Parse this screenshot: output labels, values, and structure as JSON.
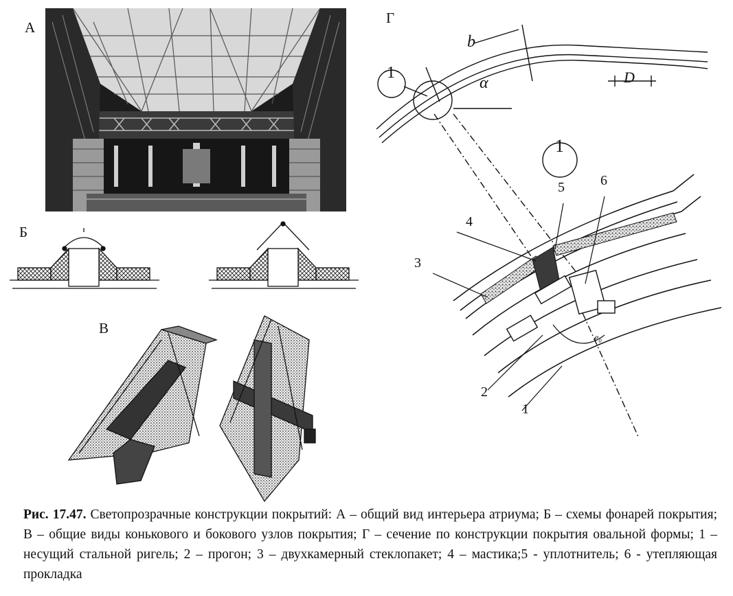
{
  "labels": {
    "a": "А",
    "b": "Б",
    "v": "В",
    "g": "Г"
  },
  "section": {
    "callout": "1",
    "detail_mark": "1",
    "dim_b": "b",
    "dim_alpha": "α",
    "dim_d": "D",
    "angle": "e₀",
    "parts": [
      "1",
      "2",
      "3",
      "4",
      "5",
      "6"
    ]
  },
  "caption": {
    "figure": "Рис. 17.47.",
    "text": " Светопрозрачные конструкции покрытий: А – общий вид интерьера атриума; Б – схемы фонарей покрытия;  В – общие виды конькового и бокового узлов покрытия; Г – сечение по конструкции покрытия  овальной формы; 1 – несущий стальной ригель; 2 – прогон; 3 –  двухкамерный стеклопакет;  4 – мастика;5 - уплотнитель; 6 - утепляющая прокладка"
  }
}
